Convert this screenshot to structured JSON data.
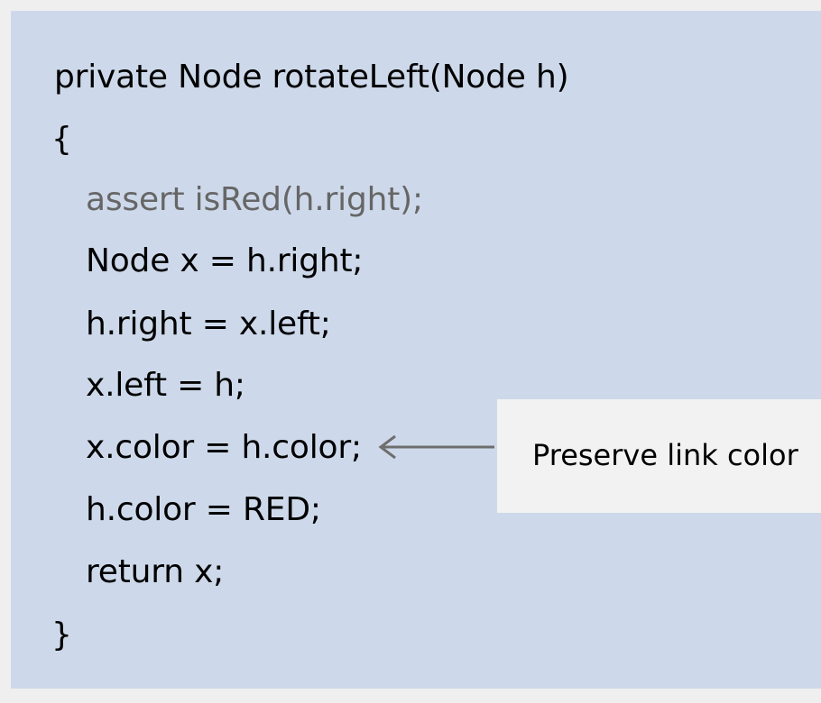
{
  "code": {
    "lines": [
      "private Node rotateLeft(Node h)",
      "{",
      "assert isRed(h.right);",
      "Node x = h.right;",
      "h.right = x.left;",
      "x.left = h;",
      "x.color = h.color;",
      "h.color = RED;",
      "return x;",
      "}"
    ]
  },
  "callout": {
    "text": "Preserve link color",
    "arrow_icon": "left-arrow-icon"
  },
  "colors": {
    "background": "#efefef",
    "panel": "#cdd9ea",
    "callout": "#f2f2f2",
    "text": "#000000",
    "dim_text": "#666666",
    "arrow": "#6e6e6e"
  }
}
